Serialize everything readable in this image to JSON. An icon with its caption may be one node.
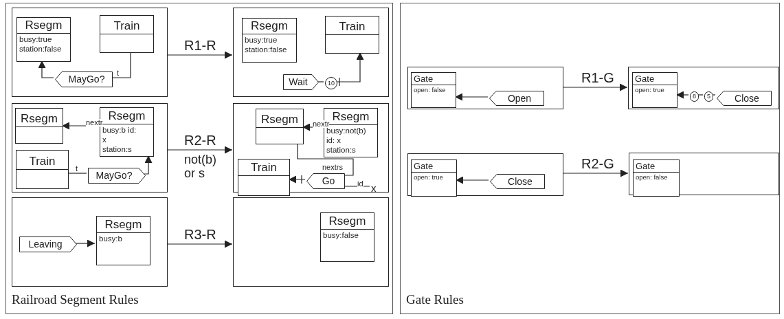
{
  "diagram": {
    "nodes": [
      {
        "text": [
          "Railroad Segment Rules"
        ]
      },
      {
        "text": [],
        "shape": "box",
        "in": 0
      },
      {
        "text": [
          "Rsegm",
          "busy:true station:false"
        ],
        "in": 1
      },
      {
        "text": [
          "Train"
        ],
        "in": 1
      },
      {
        "text": [
          "MayGo?"
        ],
        "in": 1
      },
      {
        "text": [],
        "shape": "box",
        "in": 0
      },
      {
        "text": [
          "Rsegm",
          "busy:true station:false"
        ],
        "in": 5
      },
      {
        "text": [
          "Train"
        ],
        "in": 5
      },
      {
        "text": [
          "Wait"
        ],
        "in": 5
      },
      {
        "text": [
          "10"
        ],
        "in": 5
      },
      {
        "text": [],
        "shape": "box",
        "in": 0
      },
      {
        "text": [
          "Rsegm"
        ],
        "in": 10
      },
      {
        "text": [
          "Rsegm",
          "busy:b id: x station:s"
        ],
        "in": 10
      },
      {
        "text": [
          "Train"
        ],
        "in": 10
      },
      {
        "text": [
          "MayGo?"
        ],
        "in": 10
      },
      {
        "text": [],
        "shape": "box",
        "in": 0
      },
      {
        "text": [
          "Rsegm"
        ],
        "in": 15
      },
      {
        "text": [
          "Rsegm",
          "busy:not(b) id: x station:s"
        ],
        "in": 15
      },
      {
        "text": [
          "Train"
        ],
        "in": 15
      },
      {
        "text": [
          "Go"
        ],
        "in": 15
      },
      {
        "text": [
          "x"
        ],
        "in": 15
      },
      {
        "text": [],
        "shape": "box",
        "in": 0
      },
      {
        "text": [
          "Leaving"
        ],
        "in": 21
      },
      {
        "text": [
          "Rsegm",
          "busy:b"
        ],
        "in": 21
      },
      {
        "text": [],
        "shape": "box",
        "in": 0
      },
      {
        "text": [
          "Rsegm",
          "busy:false"
        ],
        "in": 24
      },
      {
        "text": [
          "Gate Rules"
        ]
      },
      {
        "text": [],
        "shape": "box",
        "in": 26
      },
      {
        "text": [
          "Gate",
          "open: false"
        ],
        "in": 27
      },
      {
        "text": [
          "Open"
        ],
        "in": 27
      },
      {
        "text": [],
        "shape": "box",
        "in": 26
      },
      {
        "text": [
          "Gate",
          "open: true"
        ],
        "in": 30
      },
      {
        "text": [
          "8"
        ],
        "in": 30
      },
      {
        "text": [
          "5"
        ],
        "in": 30
      },
      {
        "text": [
          "Close"
        ],
        "in": 30
      },
      {
        "text": [],
        "shape": "box",
        "in": 26
      },
      {
        "text": [
          "Gate",
          "open: true"
        ],
        "in": 35
      },
      {
        "text": [
          "Close"
        ],
        "in": 35
      },
      {
        "text": [],
        "shape": "box",
        "in": 26
      },
      {
        "text": [
          "Gate",
          "open: false"
        ],
        "in": 38
      }
    ],
    "edges": [
      {
        "from": 3,
        "to": 4,
        "arrow": "none",
        "label": "t"
      },
      {
        "from": 4,
        "to": 2,
        "arrow": "to"
      },
      {
        "from": 8,
        "to": 9,
        "arrow": "none"
      },
      {
        "from": 9,
        "to": 7,
        "arrow": "to"
      },
      {
        "from": 1,
        "to": 5,
        "arrow": "to",
        "label": "R1-R"
      },
      {
        "from": 12,
        "to": 11,
        "arrow": "to",
        "label": "nextr"
      },
      {
        "from": 13,
        "to": 14,
        "arrow": "none",
        "label": "t"
      },
      {
        "from": 14,
        "to": 12,
        "arrow": "to"
      },
      {
        "from": 10,
        "to": 15,
        "arrow": "to",
        "label": "R2-R"
      },
      {
        "from": 17,
        "to": 16,
        "arrow": "to",
        "label": "nextr"
      },
      {
        "from": 16,
        "to": 19,
        "arrow": "none",
        "label": "nextrs"
      },
      {
        "from": 19,
        "to": 18,
        "arrow": "to"
      },
      {
        "from": 19,
        "to": 20,
        "arrow": "none",
        "label": "id"
      },
      {
        "from": 22,
        "to": 23,
        "arrow": "to"
      },
      {
        "from": 21,
        "to": 24,
        "arrow": "to",
        "label": "R3-R"
      },
      {
        "from": 29,
        "to": 28,
        "arrow": "to"
      },
      {
        "from": 27,
        "to": 30,
        "arrow": "to",
        "label": "R1-G"
      },
      {
        "from": 34,
        "to": 33,
        "arrow": "none"
      },
      {
        "from": 33,
        "to": 32,
        "arrow": "none"
      },
      {
        "from": 32,
        "to": 31,
        "arrow": "to"
      },
      {
        "from": 37,
        "to": 36,
        "arrow": "to"
      },
      {
        "from": 35,
        "to": 38,
        "arrow": "to",
        "label": "R2-G"
      }
    ],
    "labels": [
      "not(b) or s"
    ]
  }
}
